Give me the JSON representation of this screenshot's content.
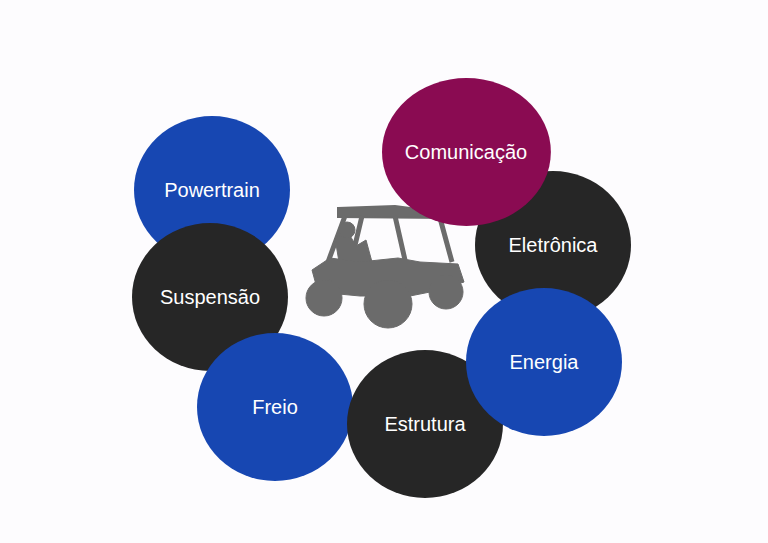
{
  "diagram": {
    "nodes": [
      {
        "text": [
          "Comunicação"
        ]
      },
      {
        "text": [
          "Powertrain"
        ]
      },
      {
        "text": [
          "Eletrônica"
        ]
      },
      {
        "text": [
          "Suspensão"
        ]
      },
      {
        "text": [
          "Energia"
        ]
      },
      {
        "text": [
          "Freio"
        ]
      },
      {
        "text": [
          "Estrutura"
        ]
      }
    ]
  }
}
